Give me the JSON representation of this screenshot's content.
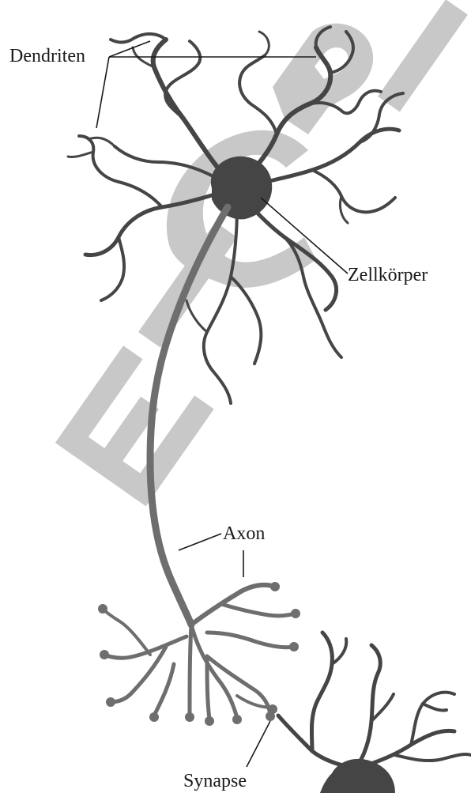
{
  "labels": {
    "dendrites": "Dendriten",
    "cell_body": "Zellkörper",
    "axon": "Axon",
    "synapse": "Synapse"
  },
  "watermark_text": "E I S P I",
  "colors": {
    "neuron_main": "#454545",
    "axon": "#6e6e6e",
    "watermark": "#c8c8c8",
    "text": "#1a1a1a"
  }
}
